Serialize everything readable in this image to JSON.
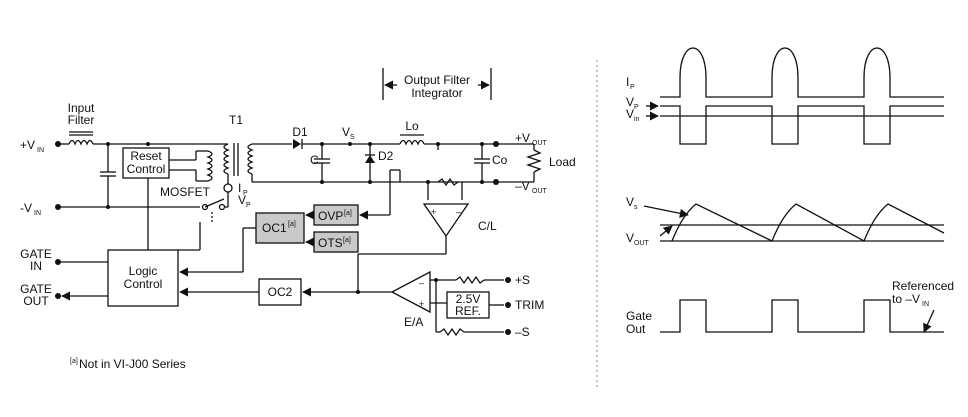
{
  "labels": {
    "input_filter_1": "Input",
    "input_filter_2": "Filter",
    "t1": "T1",
    "d1": "D1",
    "vs": "V",
    "vs_sub": "S",
    "lo": "Lo",
    "c": "C",
    "d2": "D2",
    "co": "Co",
    "vout_plus": "+V",
    "vout_plus_sub": "OUT",
    "vout_minus": "–V",
    "vout_minus_sub": "OUT",
    "load": "Load",
    "vin_plus": "+V",
    "vin_plus_sub": "IN",
    "vin_minus": "-V",
    "vin_minus_sub": "IN",
    "reset_control_1": "Reset",
    "reset_control_2": "Control",
    "mosfet": "MOSFET",
    "ip": "I",
    "ip_sub": "P",
    "vp": "V",
    "vp_sub": "P",
    "output_filter_1": "Output Filter",
    "output_filter_2": "Integrator",
    "ovp": "OVP",
    "ovp_note": "[a]",
    "ots": "OTS",
    "ots_note": "[a]",
    "oc1": "OC1",
    "oc1_note": "[a]",
    "cl": "C/L",
    "gate_in_1": "GATE",
    "gate_in_2": "IN",
    "gate_out_1": "GATE",
    "gate_out_2": "OUT",
    "logic_control_1": "Logic",
    "logic_control_2": "Control",
    "oc2": "OC2",
    "ea": "E/A",
    "ref_1": "2.5V",
    "ref_2": "REF.",
    "plus_s": "+S",
    "trim": "TRIM",
    "minus_s": "–S",
    "footnote_mark": "[a]",
    "footnote_text": " Not in VI-J00 Series"
  },
  "waveforms": {
    "ip": "I",
    "ip_sub": "P",
    "vp": "V",
    "vp_sub": "P",
    "vin": "V",
    "vin_sub": "in",
    "vs": "V",
    "vs_sub": "s",
    "vout": "V",
    "vout_sub": "OUT",
    "gate_out_1": "Gate",
    "gate_out_2": "Out",
    "referenced_1": "Referenced",
    "referenced_2": "to –V",
    "referenced_sub": "IN"
  }
}
